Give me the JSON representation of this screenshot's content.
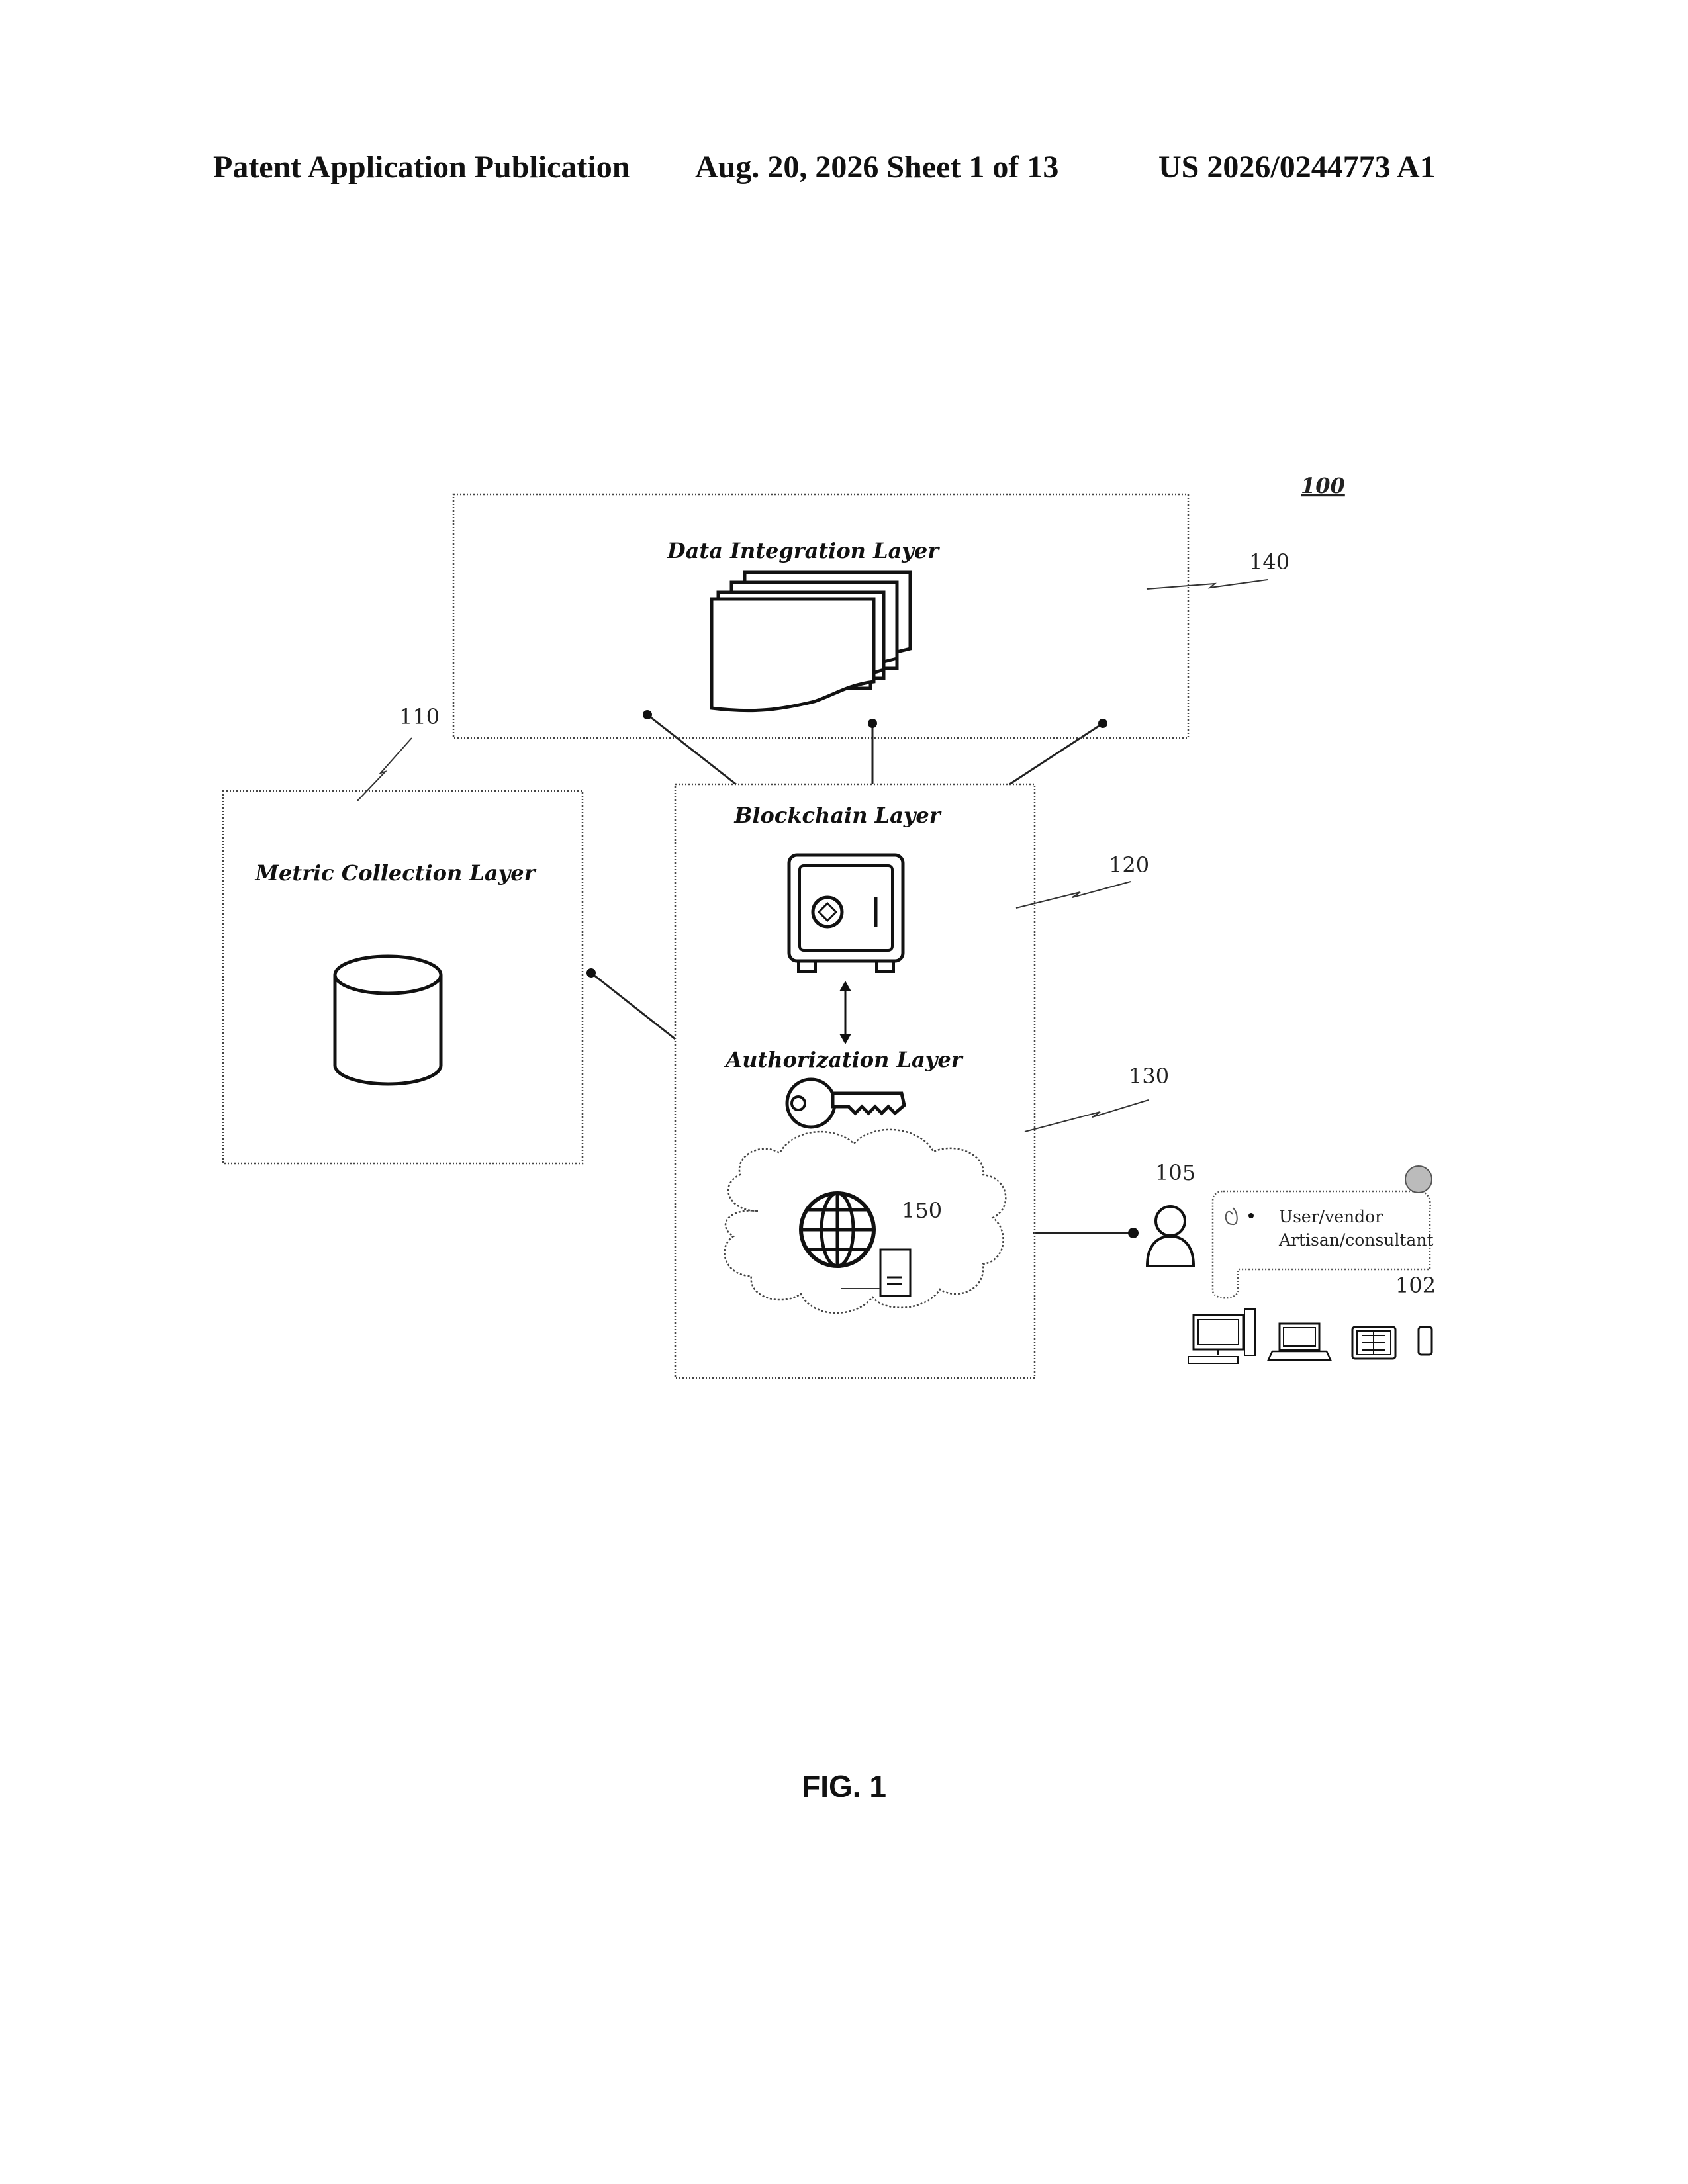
{
  "header": {
    "publication": "Patent Application Publication",
    "date_sheet": "Aug. 20, 2026  Sheet 1 of 13",
    "number": "US 2026/0244773 A1"
  },
  "figure": {
    "system_ref": "100",
    "data_integration": {
      "label": "Data Integration Layer",
      "ref": "140",
      "icon": "documents-stack-icon"
    },
    "metric_collection": {
      "label": "Metric Collection Layer",
      "ref": "110",
      "icon": "database-cylinder-icon"
    },
    "blockchain": {
      "label": "Blockchain Layer",
      "ref": "120",
      "icon": "safe-vault-icon"
    },
    "authorization": {
      "label": "Authorization Layer",
      "ref": "130",
      "icon": "key-icon"
    },
    "network": {
      "ref": "150",
      "icon": "cloud-globe-icon"
    },
    "user": {
      "ref": "105",
      "icon": "user-person-icon"
    },
    "scroll": {
      "ref": "102",
      "line1": "User/vendor",
      "line2": "Artisan/consultant"
    },
    "devices": [
      "desktop-icon",
      "laptop-icon",
      "tablet-icon",
      "phone-icon"
    ],
    "caption": "FIG. 1"
  }
}
